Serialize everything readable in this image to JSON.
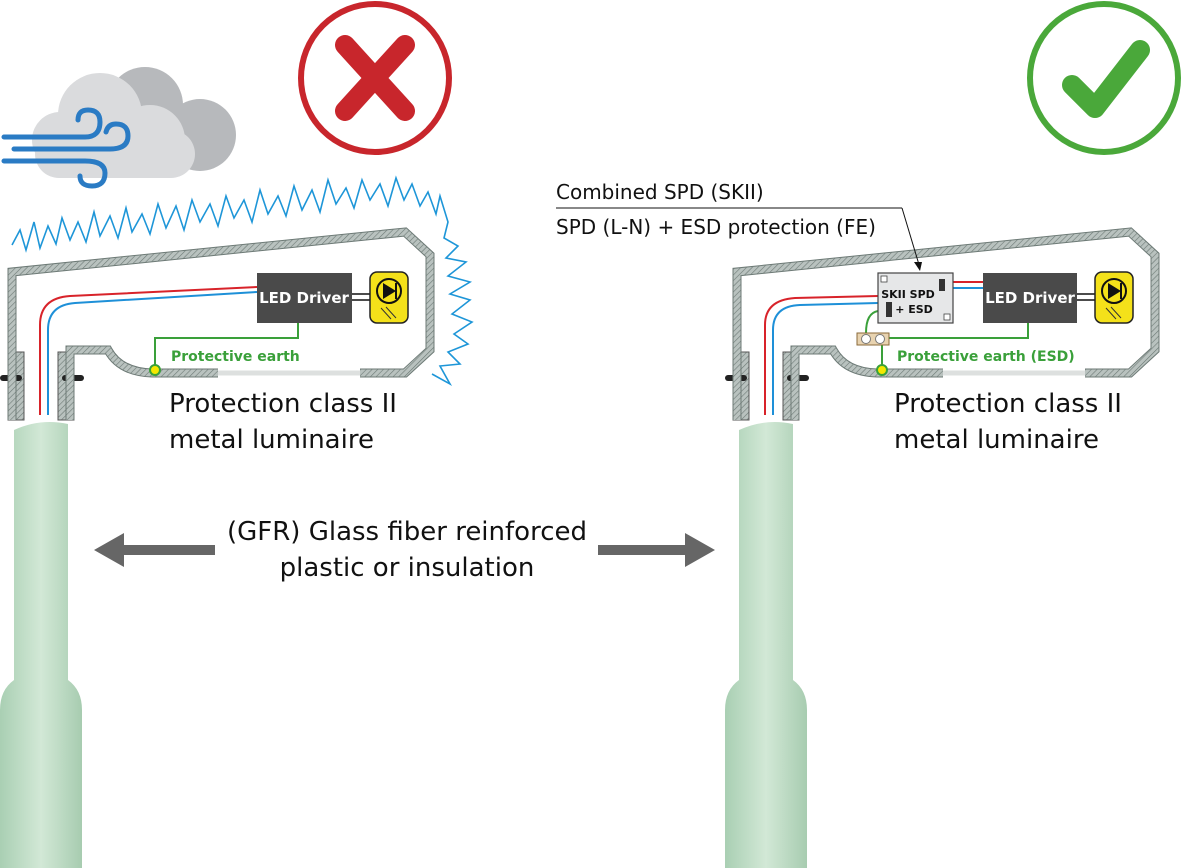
{
  "left": {
    "status": "incorrect",
    "driver_label": "LED Driver",
    "earth_label": "Protective earth",
    "class_line1": "Protection class II",
    "class_line2": "metal luminaire"
  },
  "right": {
    "status": "correct",
    "driver_label": "LED Driver",
    "spd_line1": "SKII SPD",
    "spd_line2": "+ ESD",
    "earth_label": "Protective earth (ESD)",
    "class_line1": "Protection class II",
    "class_line2": "metal luminaire",
    "callout_line1": "Combined SPD (SKII)",
    "callout_line2": "SPD (L-N) + ESD protection (FE)"
  },
  "pole": {
    "line1": "(GFR) Glass fiber reinforced",
    "line2": "plastic or insulation"
  },
  "colors": {
    "wrong": "#c8262c",
    "right": "#4aa83a",
    "earth": "#3aa03a",
    "line": "#d8232a",
    "neutral": "#1e90d8",
    "static": "#1e96d8"
  }
}
